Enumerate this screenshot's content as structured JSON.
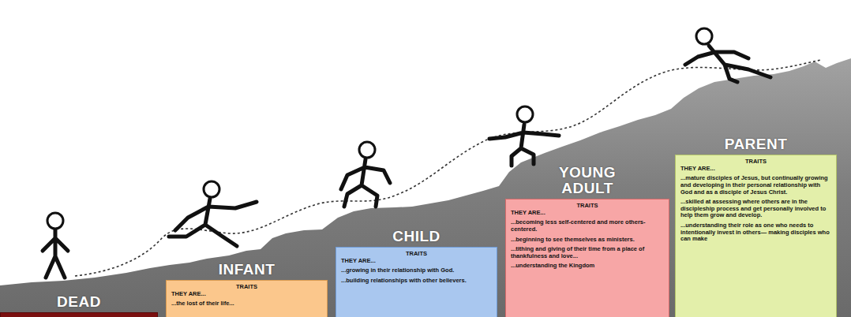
{
  "diagram": {
    "nodes": [
      {
        "text": [
          "DEAD"
        ]
      },
      {
        "text": [
          "INFANT",
          "TRAITS",
          "THEY ARE...",
          "...the lost of their life..."
        ]
      },
      {
        "text": [
          "CHILD",
          "TRAITS",
          "THEY ARE...",
          "...growing in their relationship with God.",
          "...building relationships with other believers."
        ]
      },
      {
        "text": [
          "YOUNG ADULT",
          "TRAITS",
          "THEY ARE...",
          "...becoming less self-centered and more others-centered.",
          "...beginning to see themselves as ministers.",
          "...tithing and giving of their time from a place of thankfulness and love...",
          "...understanding the Kingdom"
        ]
      },
      {
        "text": [
          "PARENT",
          "TRAITS",
          "THEY ARE...",
          "...mature disciples of Jesus, but continually growing and developing in their personal relationship with God and as a disciple of Jesus Christ.",
          "...skilled at assessing where others are in the discipleship process and get personally involved to help them grow and develop.",
          "...understanding their role as one who needs to intentionally invest in others— making disciples who can make"
        ]
      }
    ]
  }
}
